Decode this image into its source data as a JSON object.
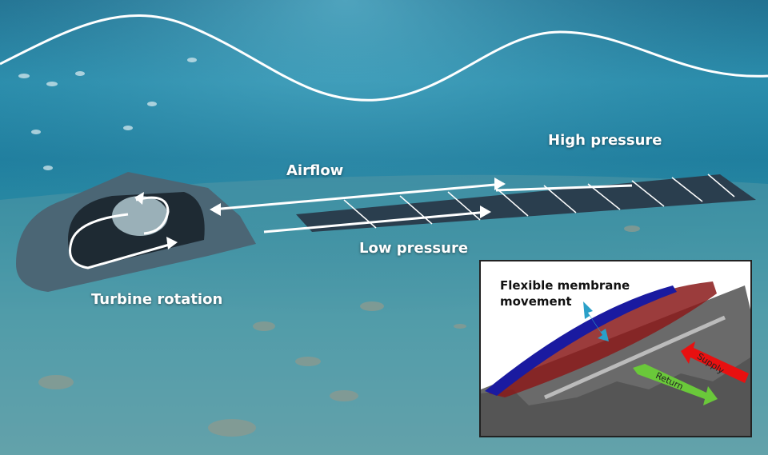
{
  "labels": {
    "airflow": "Airflow",
    "high_pressure": "High pressure",
    "low_pressure": "Low pressure",
    "turbine_rotation": "Turbine rotation"
  },
  "inset": {
    "title_line1": "Flexible membrane",
    "title_line2": "movement",
    "supply": "Supply",
    "return": "Return"
  },
  "colors": {
    "membrane_top": "#1a1aa0",
    "membrane_fill": "#8a1a1a",
    "supply_arrow": "#e81010",
    "return_arrow": "#6ac83a",
    "movement_arrow": "#2aa0c8"
  }
}
